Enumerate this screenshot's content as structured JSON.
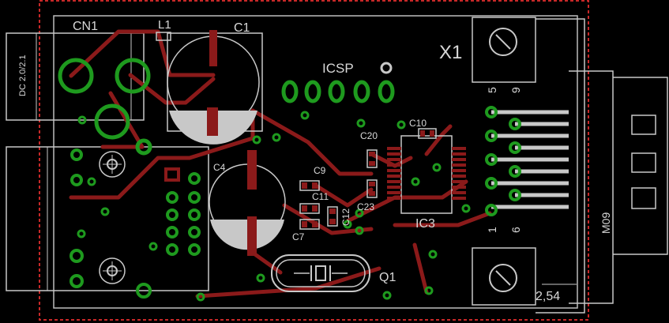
{
  "board": {
    "labels": {
      "cn1": "CN1",
      "l1": "L1",
      "c1": "C1",
      "icsp": "ICSP",
      "x1": "X1",
      "c4": "C4",
      "c9": "C9",
      "c10": "C10",
      "c20": "C20",
      "c11": "C11",
      "c12": "C12",
      "c23": "C23",
      "c7": "C7",
      "ic3": "IC3",
      "q1": "Q1",
      "dc": "DC 2.0/2.1",
      "m09": "M09",
      "pin5": "5",
      "pin9": "9",
      "pin1": "1",
      "pin6": "6",
      "pitch": "2,54"
    },
    "colors": {
      "background": "#000000",
      "outline": "#c8c8c8",
      "trace": "#8b1a1a",
      "pad": "#1e9a1e",
      "silkscreen": "#d8d8d8",
      "dimension": "#c82828"
    }
  }
}
